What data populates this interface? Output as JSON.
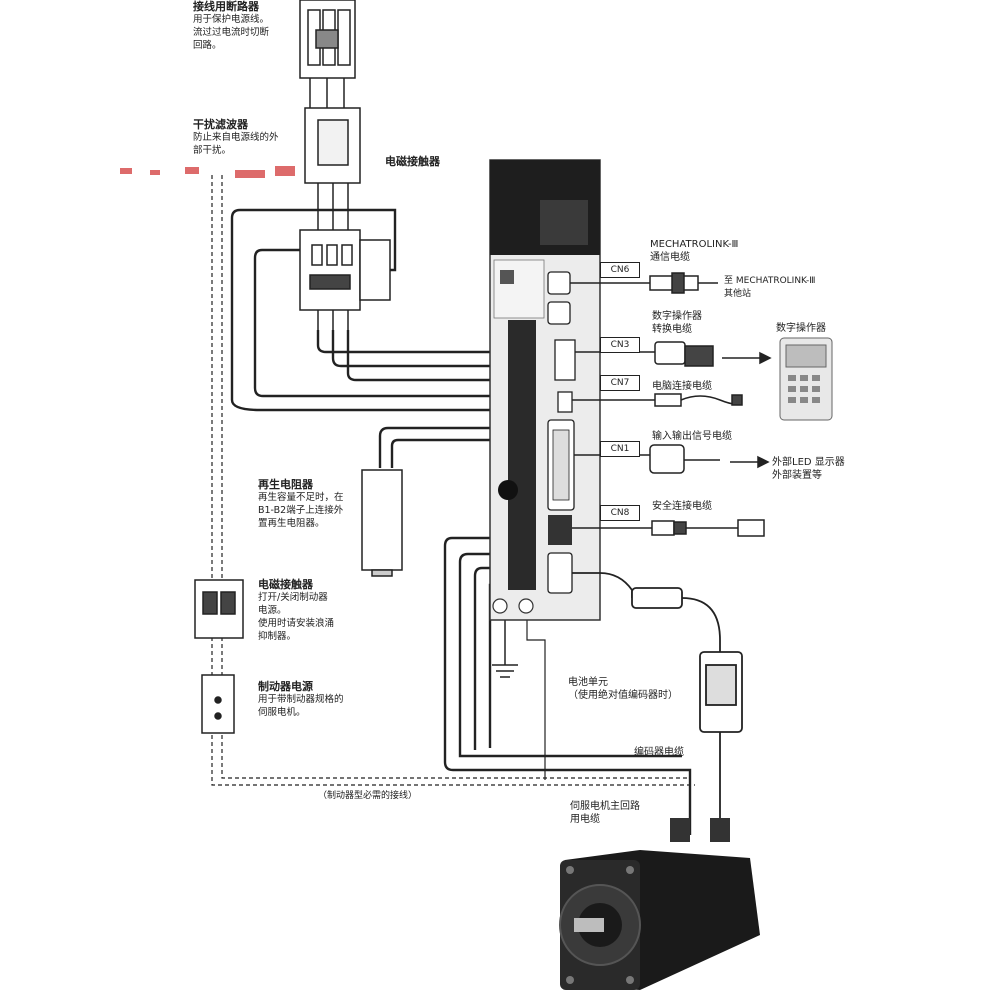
{
  "labels": {
    "breaker": {
      "title": "接线用断路器",
      "desc": [
        "用于保护电源线。",
        "流过过电流时切断",
        "回路。"
      ]
    },
    "noise_filter": {
      "title": "干扰滤波器",
      "desc": [
        "防止来自电源线的外",
        "部干扰。"
      ]
    },
    "contactor_top": {
      "title": "电磁接触器"
    },
    "regen_resistor": {
      "title": "再生电阻器",
      "desc": [
        "再生容量不足时，在",
        "B1-B2端子上连接外",
        "置再生电阻器。"
      ]
    },
    "brake_contactor": {
      "title": "电磁接触器",
      "desc": [
        "打开/关闭制动器",
        "电源。",
        "使用时请安装浪涌",
        "抑制器。"
      ]
    },
    "brake_power": {
      "title": "制动器电源",
      "desc": [
        "用于带制动器规格的",
        "伺服电机。"
      ]
    },
    "brake_note": "（制动器型必需的接线）",
    "mechatrolink": {
      "line1": "MECHATROLINK-Ⅲ",
      "line2": "通信电缆"
    },
    "mechatrolink_to": {
      "line1": "至 MECHATROLINK-Ⅲ",
      "line2": "其他站"
    },
    "digital_cable": {
      "line1": "数字操作器",
      "line2": "转换电缆"
    },
    "digital_operator": "数字操作器",
    "pc_cable": "电脑连接电缆",
    "io_cable": "输入输出信号电缆",
    "external_led": {
      "line1": "外部LED 显示器",
      "line2": "外部装置等"
    },
    "safety_cable": "安全连接电缆",
    "battery": {
      "line1": "电池单元",
      "line2": "（使用绝对值编码器时）"
    },
    "encoder_cable": "编码器电缆",
    "motor_cable": {
      "line1": "伺服电机主回路",
      "line2": "用电缆"
    }
  },
  "ports": {
    "cn6": "CN6",
    "cn3": "CN3",
    "cn7": "CN7",
    "cn1": "CN1",
    "cn8": "CN8"
  },
  "colors": {
    "line": "#222222",
    "drive_body": "#e9e9e9",
    "drive_top": "#1c1c1c",
    "motor": "#1a1a1a",
    "accent_red": "#d23a3a"
  }
}
